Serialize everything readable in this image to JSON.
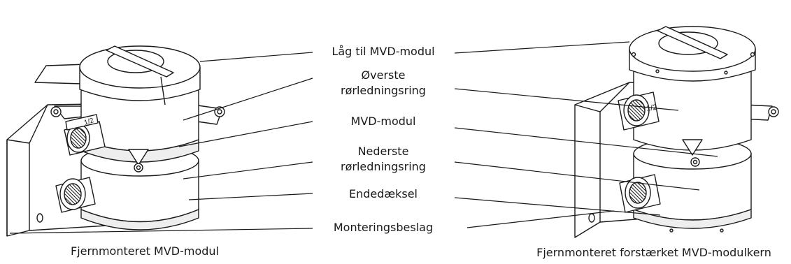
{
  "labels": {
    "lid": "Låg til MVD-modul",
    "upper_ring_1": "Øverste",
    "upper_ring_2": "rørledningsring",
    "mvd_module": "MVD-modul",
    "lower_ring_1": "Nederste",
    "lower_ring_2": "rørledningsring",
    "end_cap": "Endedæksel",
    "bracket": "Monteringsbeslag"
  },
  "captions": {
    "left": "Fjernmonteret MVD-modul",
    "right": "Fjernmonteret forstærket MVD-modulkern"
  },
  "markings": {
    "half_inch": "1/2"
  },
  "colors": {
    "line": "#1a1a1a",
    "shade": "#d9d9d9",
    "light": "#eeeeee"
  }
}
